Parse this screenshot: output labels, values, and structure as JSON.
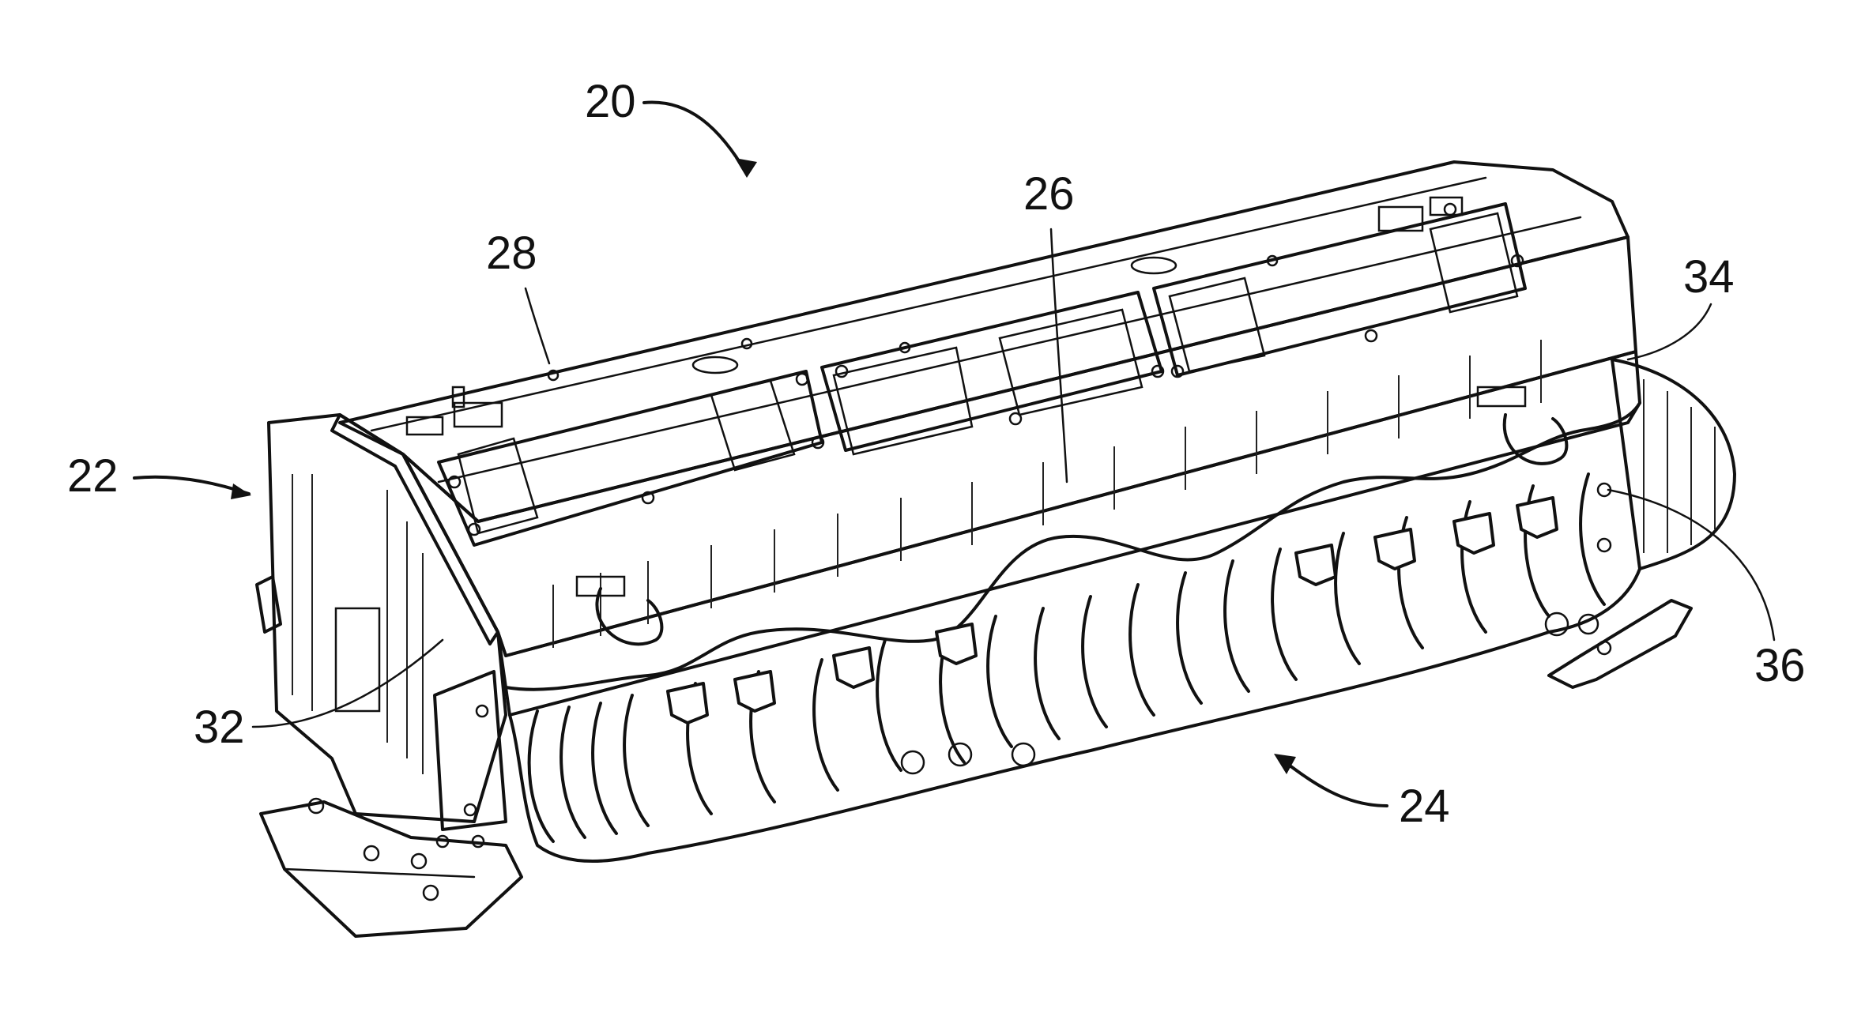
{
  "figure": {
    "reference_labels": {
      "apparatus": "20",
      "side_panel": "22",
      "rotor": "24",
      "housing_front": "26",
      "top_edge": "28",
      "side_front": "32",
      "right_upper": "34",
      "right_lower": "36"
    }
  }
}
